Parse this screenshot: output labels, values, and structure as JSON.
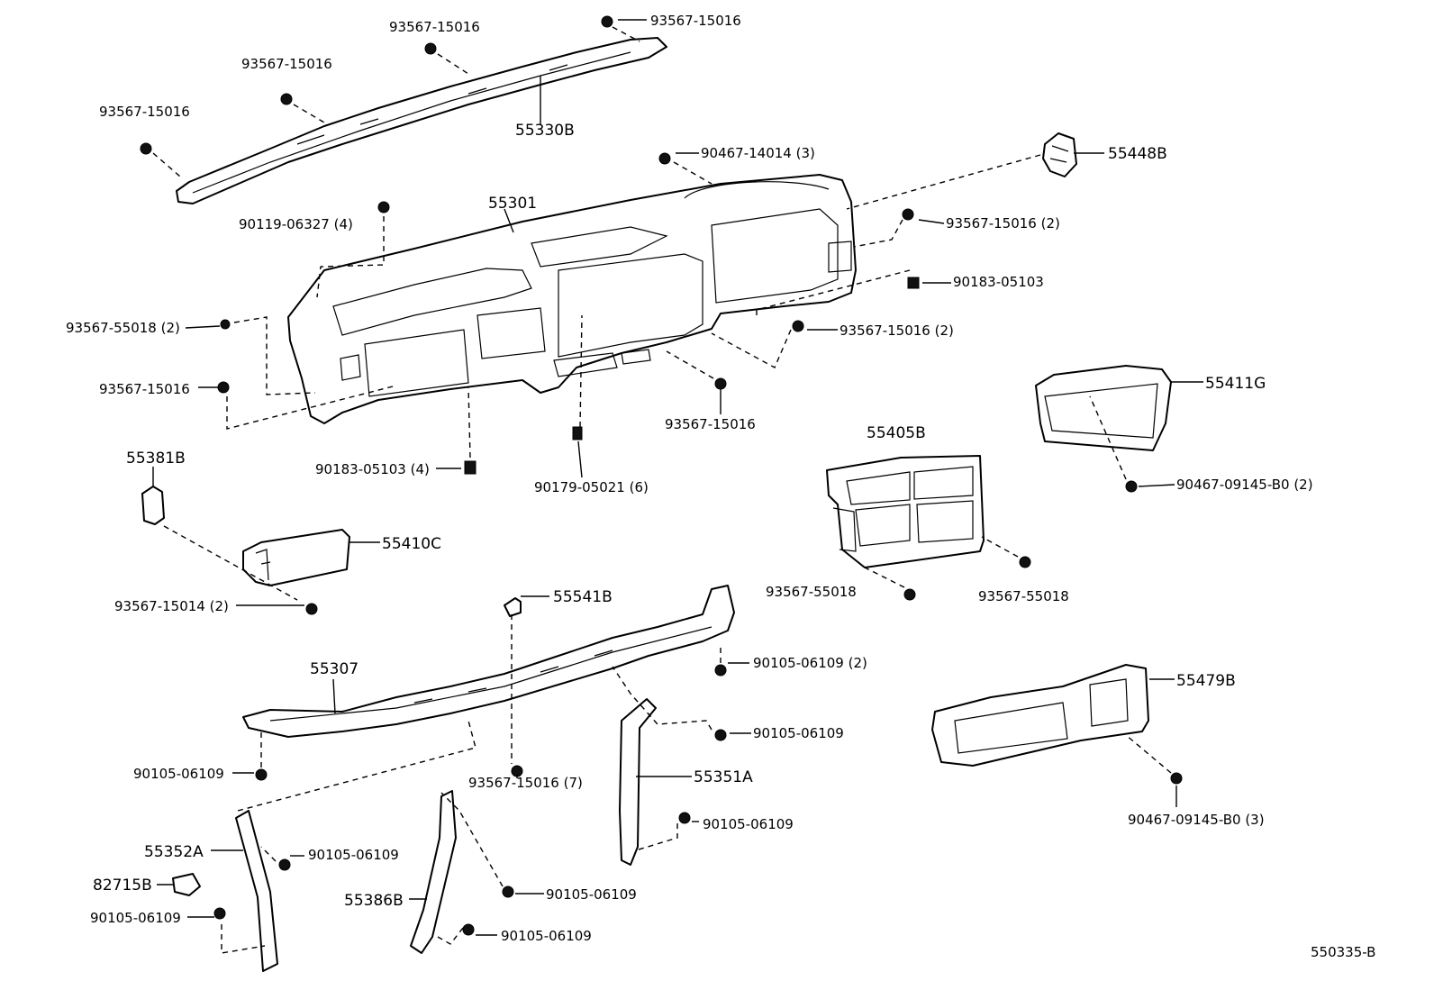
{
  "diagram_code": "550335-B",
  "labels": [
    {
      "id": "l01",
      "text": "93567-15016"
    },
    {
      "id": "l02",
      "text": "93567-15016"
    },
    {
      "id": "l03",
      "text": "93567-15016"
    },
    {
      "id": "l04",
      "text": "93567-15016"
    },
    {
      "id": "l05",
      "text": "55330B"
    },
    {
      "id": "l06",
      "text": "90467-14014 (3)"
    },
    {
      "id": "l07",
      "text": "55448B"
    },
    {
      "id": "l08",
      "text": "55301"
    },
    {
      "id": "l09",
      "text": "90119-06327 (4)"
    },
    {
      "id": "l10",
      "text": "93567-15016 (2)"
    },
    {
      "id": "l11",
      "text": "90183-05103"
    },
    {
      "id": "l12",
      "text": "93567-55018 (2)"
    },
    {
      "id": "l13",
      "text": "93567-15016 (2)"
    },
    {
      "id": "l14",
      "text": "93567-15016"
    },
    {
      "id": "l15",
      "text": "55411G"
    },
    {
      "id": "l16",
      "text": "93567-15016"
    },
    {
      "id": "l17",
      "text": "90183-05103 (4)"
    },
    {
      "id": "l18",
      "text": "90179-05021 (6)"
    },
    {
      "id": "l19",
      "text": "55405B"
    },
    {
      "id": "l20",
      "text": "55381B"
    },
    {
      "id": "l21",
      "text": "90467-09145-B0 (2)"
    },
    {
      "id": "l22",
      "text": "55410C"
    },
    {
      "id": "l23",
      "text": "93567-55018"
    },
    {
      "id": "l24",
      "text": "93567-55018"
    },
    {
      "id": "l25",
      "text": "93567-15014 (2)"
    },
    {
      "id": "l26",
      "text": "55541B"
    },
    {
      "id": "l27",
      "text": "55307"
    },
    {
      "id": "l28",
      "text": "90105-06109 (2)"
    },
    {
      "id": "l29",
      "text": "55479B"
    },
    {
      "id": "l30",
      "text": "90105-06109"
    },
    {
      "id": "l31",
      "text": "90105-06109"
    },
    {
      "id": "l32",
      "text": "93567-15016 (7)"
    },
    {
      "id": "l33",
      "text": "55351A"
    },
    {
      "id": "l34",
      "text": "90467-09145-B0 (3)"
    },
    {
      "id": "l35",
      "text": "90105-06109"
    },
    {
      "id": "l36",
      "text": "55352A"
    },
    {
      "id": "l37",
      "text": "90105-06109"
    },
    {
      "id": "l38",
      "text": "82715B"
    },
    {
      "id": "l39",
      "text": "90105-06109"
    },
    {
      "id": "l40",
      "text": "55386B"
    },
    {
      "id": "l41",
      "text": "90105-06109"
    },
    {
      "id": "l42",
      "text": "90105-06109"
    }
  ]
}
